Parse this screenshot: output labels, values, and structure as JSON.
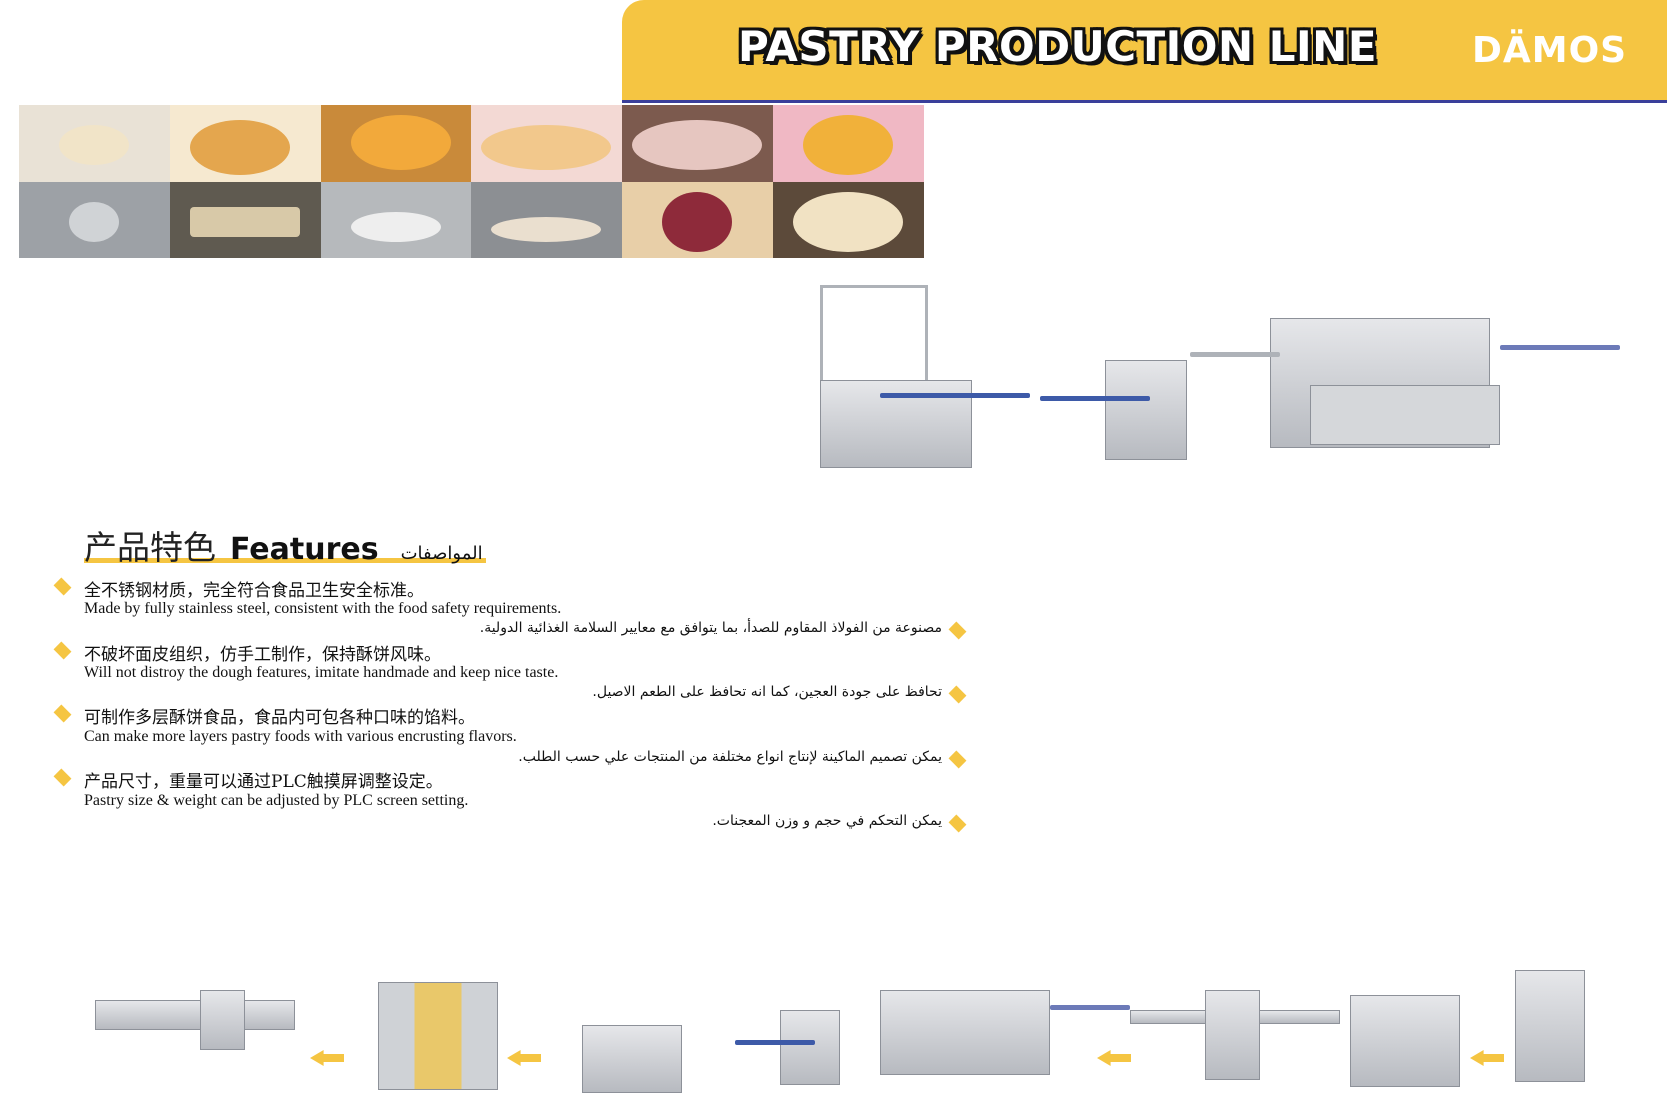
{
  "header": {
    "title": "PASTRY PRODUCTION LINE",
    "logo": "DÄMOS"
  },
  "colors": {
    "accent": "#f5c542",
    "rule": "#3a3f9a",
    "belt": "#3d5aa8"
  },
  "features": {
    "heading_cn": "产品特色",
    "heading_en": "Features",
    "heading_ar": "المواصفات",
    "items": [
      {
        "cn": "全不锈钢材质，完全符合食品卫生安全标准。",
        "en": "Made by fully stainless steel, consistent with the food safety requirements.",
        "ar": "مصنوعة من الفولاذ المقاوم للصدأ، بما يتوافق مع معايير السلامة الغذائية الدولية."
      },
      {
        "cn": "不破坏面皮组织，仿手工制作，保持酥饼风味。",
        "en": "Will not distroy the dough features, imitate handmade and keep nice taste.",
        "ar": "تحافظ على جودة العجين، كما انه تحافظ على الطعم الاصيل."
      },
      {
        "cn": "可制作多层酥饼食品，食品内可包各种口味的馅料。",
        "en": "Can make more layers pastry foods with various encrusting flavors.",
        "ar": "يمكن تصميم الماكينة لإنتاج انواع مختلفة من المنتجات علي حسب الطلب."
      },
      {
        "cn": "产品尺寸，重量可以通过PLC触摸屏调整设定。",
        "en": "Pastry size & weight can be adjusted by PLC screen setting.",
        "ar": "يمكن التحكم في حجم و وزن المعجنات."
      }
    ]
  }
}
